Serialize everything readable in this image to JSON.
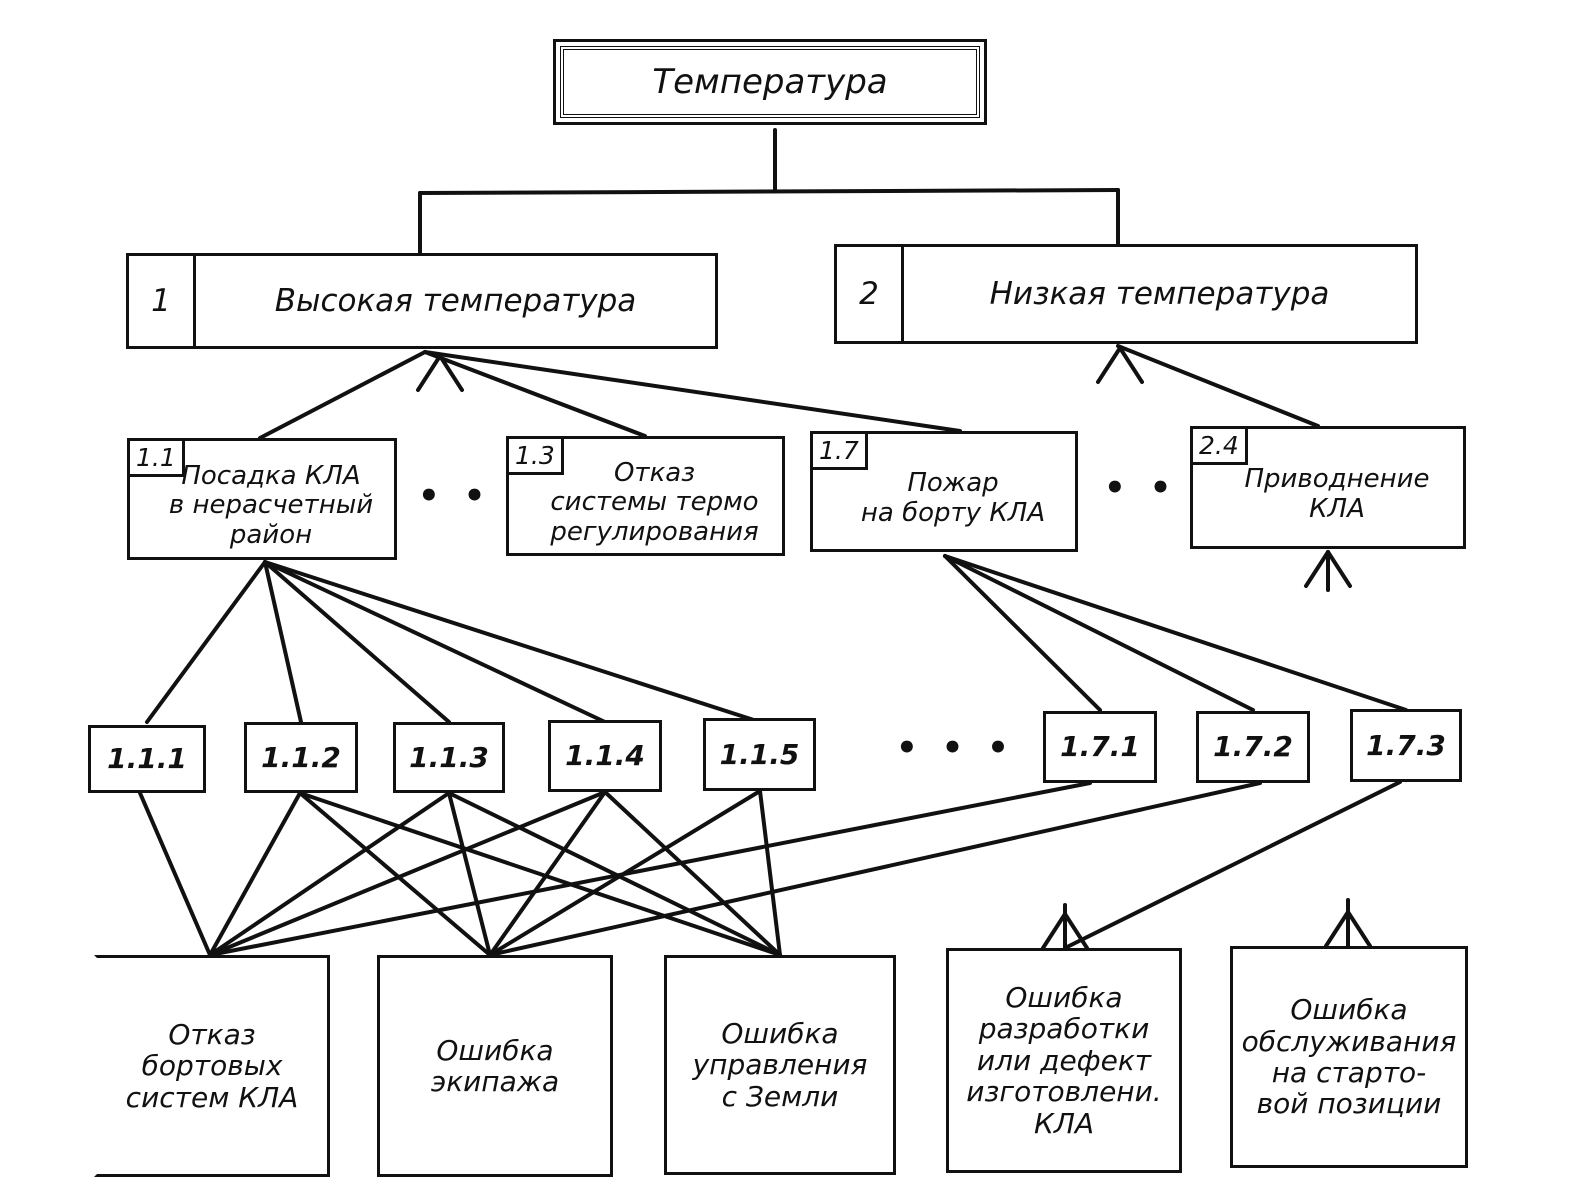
{
  "root": {
    "label": "Температура"
  },
  "level1": [
    {
      "number": "1",
      "label": "Высокая температура"
    },
    {
      "number": "2",
      "label": "Низкая температура"
    }
  ],
  "level2": [
    {
      "number": "1.1",
      "label": "Посадка КЛА\nв нерасчетный\nрайон"
    },
    {
      "number": "1.3",
      "label": "Отказ\nсистемы термо\nрегулирования"
    },
    {
      "number": "1.7",
      "label": "Пожар\nна борту КЛА"
    },
    {
      "number": "2.4",
      "label": "Приводнение\nКЛА"
    }
  ],
  "level3": [
    {
      "number": "1.1.1"
    },
    {
      "number": "1.1.2"
    },
    {
      "number": "1.1.3"
    },
    {
      "number": "1.1.4"
    },
    {
      "number": "1.1.5"
    },
    {
      "number": "1.7.1"
    },
    {
      "number": "1.7.2"
    },
    {
      "number": "1.7.3"
    }
  ],
  "causes": [
    {
      "label": "Отказ\nбортовых\nсистем КЛА"
    },
    {
      "label": "Ошибка\nэкипажа"
    },
    {
      "label": "Ошибка\nуправления\nс Земли"
    },
    {
      "label": "Ошибка\nразработки\nили дефект\nизготовлени.\nКЛА"
    },
    {
      "label": "Ошибка\nобслуживания\nна старто-\nвой позиции"
    }
  ],
  "ellipsis": "• • •",
  "colors": {
    "ink": "#111111",
    "paper": "#ffffff"
  }
}
